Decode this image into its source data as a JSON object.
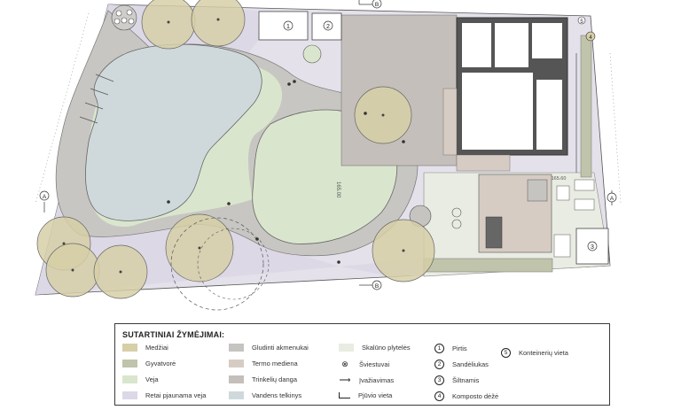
{
  "plan": {
    "markers": {
      "section_b": "B",
      "section_a": "A",
      "top_circle_1": "1",
      "top_circle_2": "2",
      "right_circle_5": "5",
      "right_circle_4": "4",
      "lower_right_circle_3": "3"
    },
    "elevation_label": "165.60",
    "lawn_label": "165.00"
  },
  "legend": {
    "title": "SUTARTINIAI ŽYMĖJIMAI:",
    "items": [
      {
        "label": "Medžiai",
        "color": "#d6cfa7"
      },
      {
        "label": "Gyvatvorė",
        "color": "#c0c4aa"
      },
      {
        "label": "Veja",
        "color": "#d9e6cd"
      },
      {
        "label": "Retai pjaunama veja",
        "color": "#dcd8e6"
      },
      {
        "label": "Gludinti akmenukai",
        "color": "#c5c4c0"
      },
      {
        "label": "Termo mediena",
        "color": "#d6ccc3"
      },
      {
        "label": "Trinkelių danga",
        "color": "#c4bfba"
      },
      {
        "label": "Vandens telkinys",
        "color": "#cfd9db"
      },
      {
        "label": "Skalūno plytelės",
        "color": "#e9ece2"
      },
      {
        "label": "Šviestuvai",
        "icon": "light-fixture-icon"
      },
      {
        "label": "Įvažiavimas",
        "icon": "arrow-icon"
      },
      {
        "label": "Pjūvio vieta",
        "icon": "section-line-icon"
      },
      {
        "label": "Pirtis",
        "number": "1"
      },
      {
        "label": "Sandėliukas",
        "number": "2"
      },
      {
        "label": "Šiltnamis",
        "number": "3"
      },
      {
        "label": "Komposto dėžė",
        "number": "4"
      },
      {
        "label": "Konteinerių vieta",
        "number": "5"
      }
    ]
  }
}
